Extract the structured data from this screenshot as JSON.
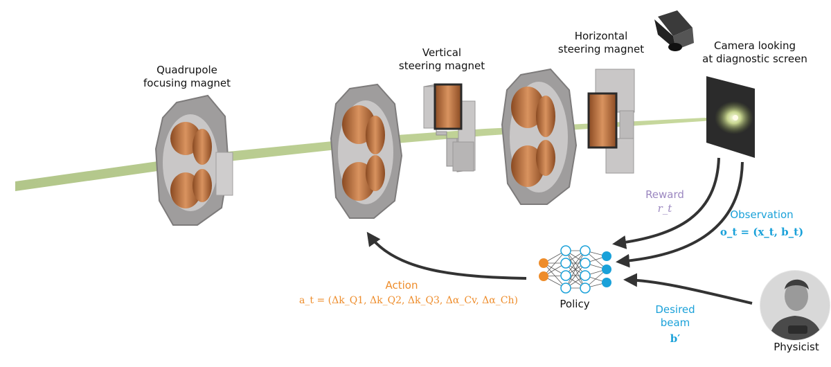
{
  "labels": {
    "quadrupole": [
      "Quadrupole",
      "focusing magnet"
    ],
    "vertical": [
      "Vertical",
      "steering magnet"
    ],
    "horizontal": [
      "Horizontal",
      "steering magnet"
    ],
    "camera": [
      "Camera looking",
      "at diagnostic screen"
    ],
    "reward": "Reward",
    "reward_math": "r_t",
    "observation": "Observation",
    "observation_math": "o_t = (x_t, b_t)",
    "action": "Action",
    "action_math": "a_t = (Δk_Q1, Δk_Q2, Δk_Q3, Δα_Cv, Δα_Ch)",
    "policy": "Policy",
    "desired": [
      "Desired",
      "beam"
    ],
    "desired_math": "b′",
    "physicist": "Physicist"
  },
  "colors": {
    "beam": "#b5c98c",
    "copper": "#b86f3f",
    "steel": "#a8a6a6",
    "reward": "#9b87c0",
    "observation": "#1aa1d9",
    "action": "#ee8c2a",
    "arrow": "#333333"
  },
  "icons": [
    "quadrupole-magnet",
    "steering-magnet",
    "camera-icon",
    "diagnostic-screen",
    "neural-network",
    "physicist-avatar"
  ]
}
